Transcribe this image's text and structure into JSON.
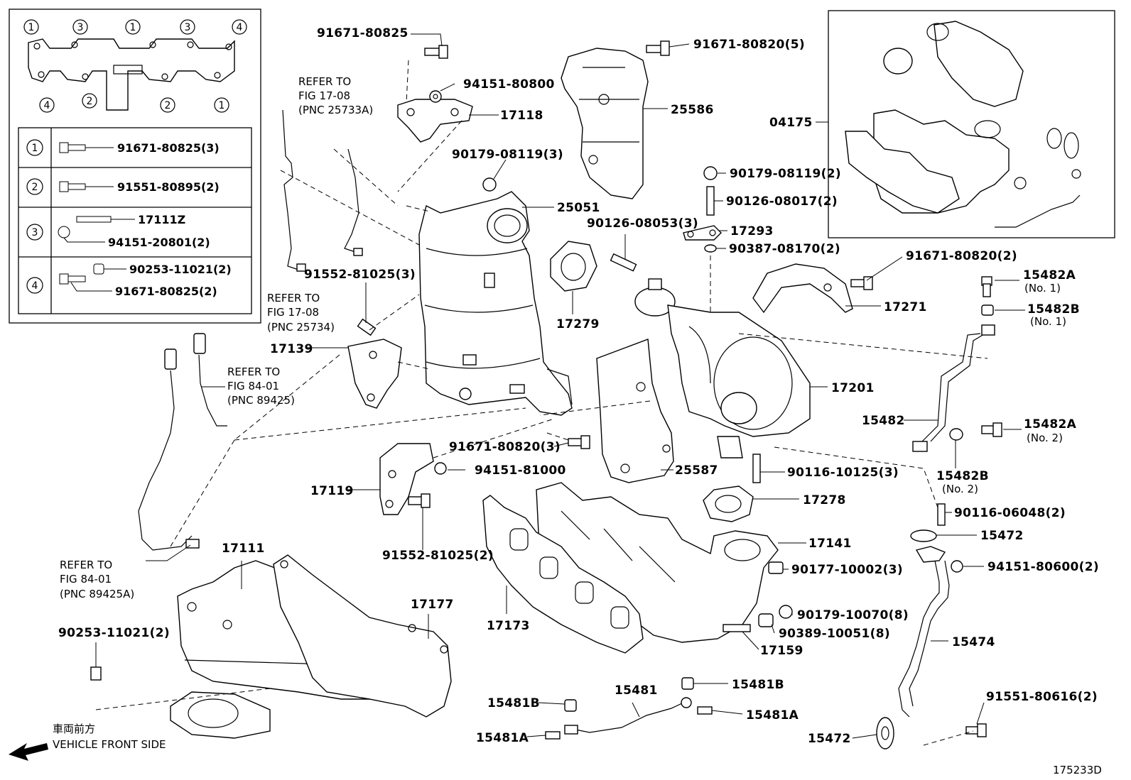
{
  "legend": {
    "rows": [
      {
        "circle": "1",
        "parts": [
          "91671-80825(3)"
        ]
      },
      {
        "circle": "2",
        "parts": [
          "91551-80895(2)"
        ]
      },
      {
        "circle": "3",
        "parts": [
          "17111Z",
          "94151-20801(2)"
        ]
      },
      {
        "circle": "4",
        "parts": [
          "90253-11021(2)",
          "91671-80825(2)"
        ]
      }
    ],
    "gasket_callouts": [
      "1",
      "3",
      "1",
      "3",
      "4",
      "4",
      "2",
      "2",
      "1"
    ]
  },
  "labels": {
    "p91671_80825": "91671-80825",
    "p94151_80800": "94151-80800",
    "p17118": "17118",
    "p90179_08119_3": "90179-08119(3)",
    "p25051": "25051",
    "p91671_80820_5": "91671-80820(5)",
    "p25586": "25586",
    "p04175": "04175",
    "p90179_08119_2": "90179-08119(2)",
    "p90126_08017": "90126-08017(2)",
    "p90126_08053": "90126-08053(3)",
    "p17293": "17293",
    "p90387_08170": "90387-08170(2)",
    "p91671_80820_2": "91671-80820(2)",
    "p15482A_1": "15482A",
    "p15482A_1_no": "(No. 1)",
    "p15482B_1": "15482B",
    "p15482B_1_no": "(No. 1)",
    "p17271": "17271",
    "p91552_81025_3": "91552-81025(3)",
    "p17279": "17279",
    "p17139": "17139",
    "p17201": "17201",
    "p15482": "15482",
    "p15482A_2": "15482A",
    "p15482A_2_no": "(No. 2)",
    "p15482B_2": "15482B",
    "p15482B_2_no": "(No. 2)",
    "p91671_80820_3": "91671-80820(3)",
    "p94151_81000": "94151-81000",
    "p25587": "25587",
    "p90116_10125": "90116-10125(3)",
    "p17119": "17119",
    "p17278": "17278",
    "p90116_06048": "90116-06048(2)",
    "p15472_a": "15472",
    "p17141": "17141",
    "p94151_80600": "94151-80600(2)",
    "p91552_81025_2": "91552-81025(2)",
    "p90177_10002": "90177-10002(3)",
    "p17111": "17111",
    "p17177": "17177",
    "p17173": "17173",
    "p90179_10070": "90179-10070(8)",
    "p90389_10051": "90389-10051(8)",
    "p15474": "15474",
    "p17159": "17159",
    "p90253_11021": "90253-11021(2)",
    "p15481B_a": "15481B",
    "p15481": "15481",
    "p15481B_b": "15481B",
    "p15481A_a": "15481A",
    "p15481A_b": "15481A",
    "p91551_80616": "91551-80616(2)",
    "p15472_b": "15472"
  },
  "refer_notes": {
    "r1": [
      "REFER TO",
      "FIG 17-08",
      "(PNC 25733A)"
    ],
    "r2": [
      "REFER TO",
      "FIG 17-08",
      "(PNC 25734)"
    ],
    "r3": [
      "REFER TO",
      "FIG 84-01",
      "(PNC 89425)"
    ],
    "r4": [
      "REFER TO",
      "FIG 84-01",
      "(PNC 89425A)"
    ]
  },
  "vehicle_front": {
    "jp": "車両前方",
    "en": "VEHICLE FRONT SIDE"
  },
  "figure_id": "175233D"
}
